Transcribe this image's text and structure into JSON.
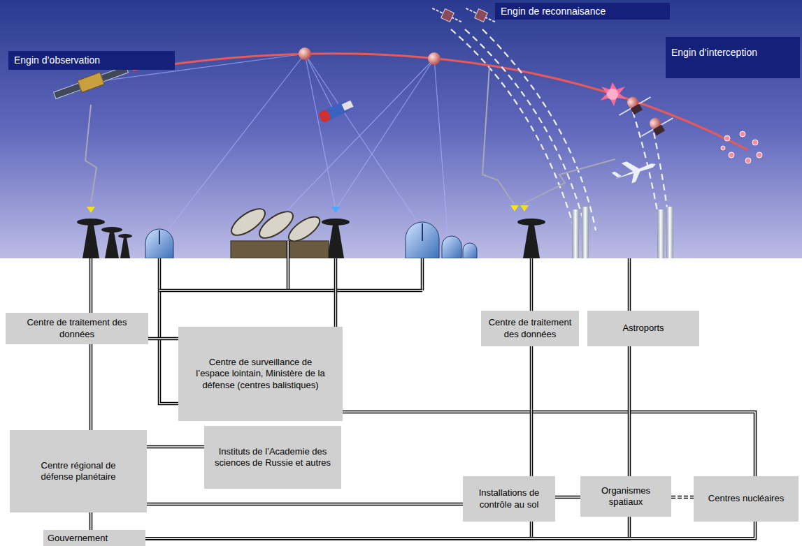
{
  "diagram": {
    "nodes": [
      {
        "text": [
          "Engin d’observation"
        ]
      },
      {
        "text": [
          "Engin de reconnaisance"
        ]
      },
      {
        "text": [
          "Engin d’interception"
        ]
      },
      {
        "text": [
          "Centre de traitement des données"
        ]
      },
      {
        "text": [
          "Centre de surveillance de l’espace lointain, Ministère de la défense (centres balistiques)"
        ]
      },
      {
        "text": [
          "Centre de traitement des données"
        ]
      },
      {
        "text": [
          "Astroports"
        ]
      },
      {
        "text": [
          "Centre régional de défense planétaire"
        ]
      },
      {
        "text": [
          "Instituts de l’Academie des sciences de Russie et autres"
        ]
      },
      {
        "text": [
          "Installations de contrôle au sol"
        ]
      },
      {
        "text": [
          "Organismes spatiaux"
        ]
      },
      {
        "text": [
          "Centres nucléaires"
        ]
      },
      {
        "text": [
          "Gouvernement"
        ]
      }
    ],
    "edges": [
      {
        "from": 3,
        "to": 7,
        "arrow": "none"
      },
      {
        "from": 7,
        "to": 12,
        "arrow": "none"
      },
      {
        "from": 3,
        "to": 4,
        "arrow": "none"
      },
      {
        "from": 4,
        "to": 11,
        "arrow": "none"
      },
      {
        "from": 7,
        "to": 8,
        "arrow": "none"
      },
      {
        "from": 7,
        "to": 9,
        "arrow": "none"
      },
      {
        "from": 5,
        "to": 9,
        "arrow": "none"
      },
      {
        "from": 6,
        "to": 10,
        "arrow": "none"
      },
      {
        "from": 9,
        "to": 10,
        "arrow": "none"
      },
      {
        "from": 10,
        "to": 11,
        "arrow": "none"
      },
      {
        "from": 12,
        "to": 9,
        "arrow": "none"
      },
      {
        "from": 12,
        "to": 10,
        "arrow": "none"
      },
      {
        "from": 12,
        "to": 11,
        "arrow": "none"
      }
    ]
  }
}
